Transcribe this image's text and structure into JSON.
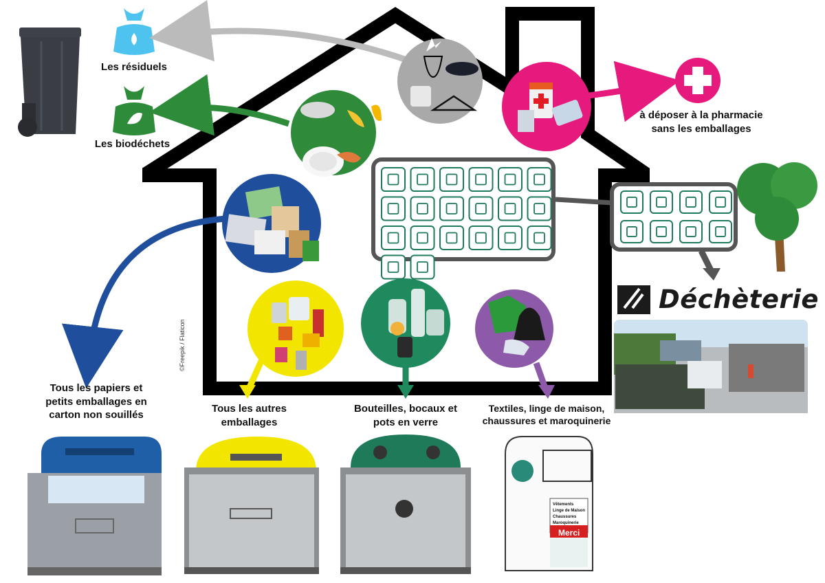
{
  "labels": {
    "residuels": "Les résiduels",
    "biodechets": "Les biodéchets",
    "pharmacie": [
      "à déposer à la pharmacie",
      "sans les emballages"
    ],
    "papiers": [
      "Tous les papiers et",
      "petits emballages en",
      "carton non souillés"
    ],
    "emballages": [
      "Tous les autres",
      "emballages"
    ],
    "verre": [
      "Bouteilles, bocaux et",
      "pots en verre"
    ],
    "textiles": [
      "Textiles, linge de maison,",
      "chaussures et maroquinerie"
    ],
    "decheterie": "Déchèterie",
    "credit": "©Freepik / Flaticon"
  },
  "textile_container": {
    "sign_lines": [
      "Vêtements",
      "Linge de Maison",
      "Chaussures",
      "Maroquinerie"
    ],
    "merci": "Merci"
  },
  "colors": {
    "house": "#000000",
    "residuels": "#4fc3f0",
    "biodechets": "#2e8b3a",
    "pharmacie": "#e6197d",
    "papiers": "#1e4e9c",
    "emballages": "#f2e600",
    "verre": "#1f8a5e",
    "textiles": "#8c5aa8",
    "decheterie_arrow": "#555555",
    "icon_green": "#1f7a5a"
  },
  "icons": {
    "house_grid": [
      "window-icon",
      "bottles-icon",
      "pan-icon",
      "cans-icon",
      "printer-icon",
      "paint-icon",
      "bed-icon",
      "appliance-icon",
      "box-icon",
      "tshirt-icon",
      "radiator-icon",
      "syringe-icon",
      "mattress-icon",
      "scissors-icon",
      "lightbulb-icon",
      "fire-icon",
      "batteries-icon",
      "xray-icon",
      "harness-icon",
      "spray-icon"
    ],
    "decheterie_grid": [
      "tree-icon",
      "cardboard-icon",
      "rubble-icon",
      "oil-can-icon",
      "bicycle-icon",
      "pallet-icon",
      "car-battery-icon",
      "tire-icon"
    ]
  }
}
